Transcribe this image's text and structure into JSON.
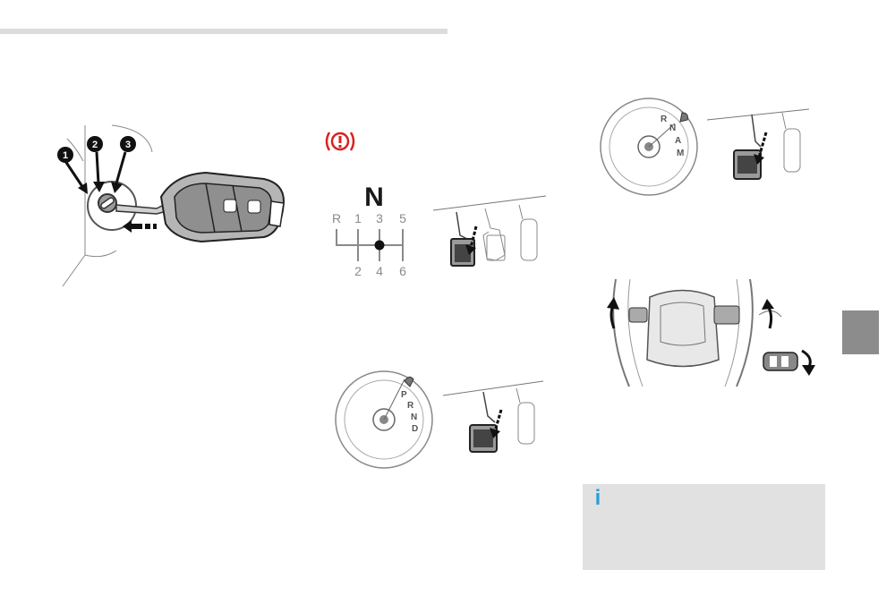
{
  "page": {
    "colors": {
      "rule": "#dcdcdc",
      "side_tab": "#8c8c8c",
      "info_bg": "#e1e1e1",
      "info_icon": "#2a9fd6",
      "warning_red": "#d9211f",
      "line_art": "#6f6f6f"
    }
  },
  "key_figure": {
    "steps": [
      "1",
      "2",
      "3"
    ],
    "icon": "ignition-key-icon"
  },
  "warning": {
    "icon": "brake-warning-light-icon",
    "symbol": "(!)"
  },
  "manual_gearbox": {
    "selected": "N",
    "top_row": [
      "R",
      "1",
      "3",
      "5"
    ],
    "bottom_row": [
      "2",
      "4",
      "6"
    ]
  },
  "auto_gearbox_p": {
    "letters": [
      "P",
      "R",
      "N",
      "D"
    ]
  },
  "auto_gearbox_n": {
    "letters": [
      "R",
      "N",
      "A",
      "M"
    ]
  },
  "info": {
    "icon_glyph": "i"
  }
}
